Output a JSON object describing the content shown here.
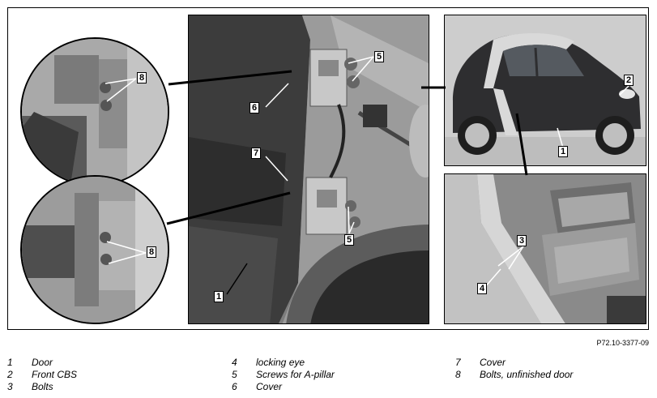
{
  "figure": {
    "code": "P72.10-3377-09",
    "callouts": {
      "c1_main": "1",
      "c1_car": "1",
      "c2": "2",
      "c3": "3",
      "c4": "4",
      "c5_upper": "5",
      "c5_lower": "5",
      "c6": "6",
      "c7": "7",
      "c8_upper": "8",
      "c8_lower": "8"
    }
  },
  "legend": [
    {
      "num": "1",
      "text": "Door"
    },
    {
      "num": "2",
      "text": "Front CBS"
    },
    {
      "num": "3",
      "text": "Bolts"
    },
    {
      "num": "4",
      "text": "locking eye"
    },
    {
      "num": "5",
      "text": "Screws for A-pillar"
    },
    {
      "num": "6",
      "text": "Cover"
    },
    {
      "num": "7",
      "text": "Cover"
    },
    {
      "num": "8",
      "text": "Bolts, unfinished door"
    }
  ],
  "colors": {
    "photo_dark": "#3a3a3a",
    "photo_mid": "#8e8e8e",
    "photo_light": "#d0d0d0"
  }
}
